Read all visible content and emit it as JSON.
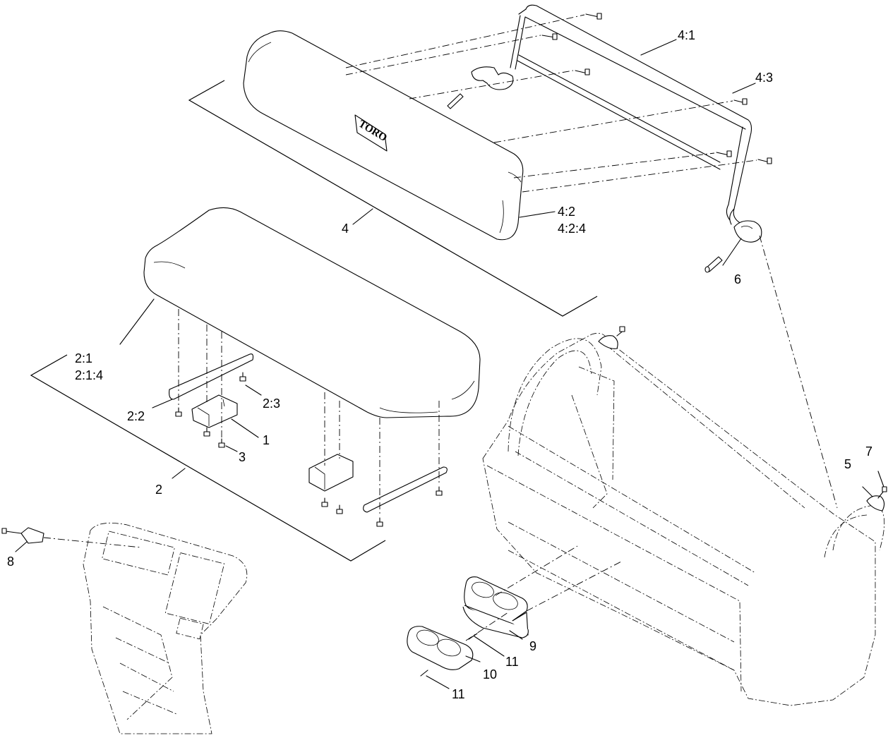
{
  "logo": {
    "text": "TORO"
  },
  "callouts": {
    "c4_1": "4:1",
    "c4_3": "4:3",
    "c4_2": "4:2",
    "c4_2_4": "4:2:4",
    "c4": "4",
    "c6": "6",
    "c2_1": "2:1",
    "c2_1_4": "2:1:4",
    "c2_2": "2:2",
    "c2_3": "2:3",
    "c1": "1",
    "c3": "3",
    "c2": "2",
    "c7": "7",
    "c5": "5",
    "c8": "8",
    "c9": "9",
    "c10": "10",
    "c11a": "11",
    "c11b": "11"
  }
}
